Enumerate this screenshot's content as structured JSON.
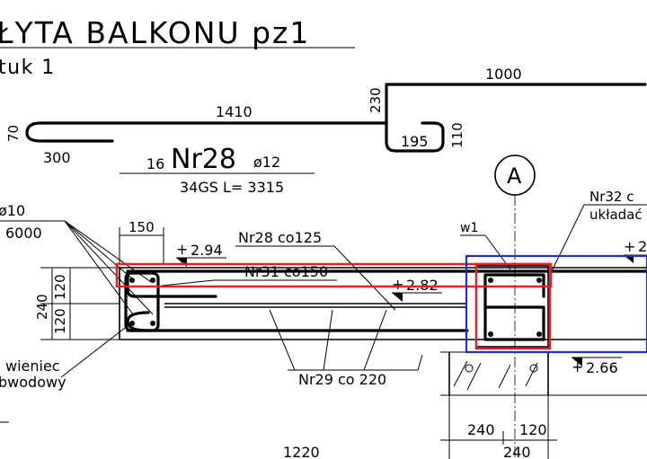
{
  "title": "ŁYTA BALKONU pz1",
  "subtitle": "tuk 1",
  "bar_shape": {
    "dim_1000": "1000",
    "dim_1410": "1410",
    "dim_230": "230",
    "dim_70": "70",
    "dim_300": "300",
    "dim_195": "195",
    "dim_110": "110"
  },
  "bar_label": {
    "count": "16",
    "number": "Nr28",
    "diameter": "ø12",
    "spec": "34GS L= 3315"
  },
  "section": {
    "axis_label": "A",
    "left_note_diam": "ø10",
    "left_note_length": "6000",
    "dim_150": "150",
    "level_294": "2.94",
    "label_nr28": "Nr28 co125",
    "label_nr31": "Nr31 co150",
    "level_282": "2.82",
    "label_w1": "w1",
    "label_nr32": "Nr32 c",
    "label_ukladac": "układać",
    "level_right": "2",
    "dim_240_v": "240",
    "dim_120_a": "120",
    "dim_120_b": "120",
    "wieniec_1": "wieniec",
    "wieniec_2": "bwodowy",
    "label_nr29": "Nr29 co 220",
    "level_266": "2.66",
    "dim_240_a": "240",
    "dim_120_c": "120",
    "dim_240_b": "240",
    "dim_1220": "1220"
  },
  "colors": {
    "line": "#000000",
    "highlight_red": "#e0202a",
    "highlight_blue": "#2030c0"
  }
}
